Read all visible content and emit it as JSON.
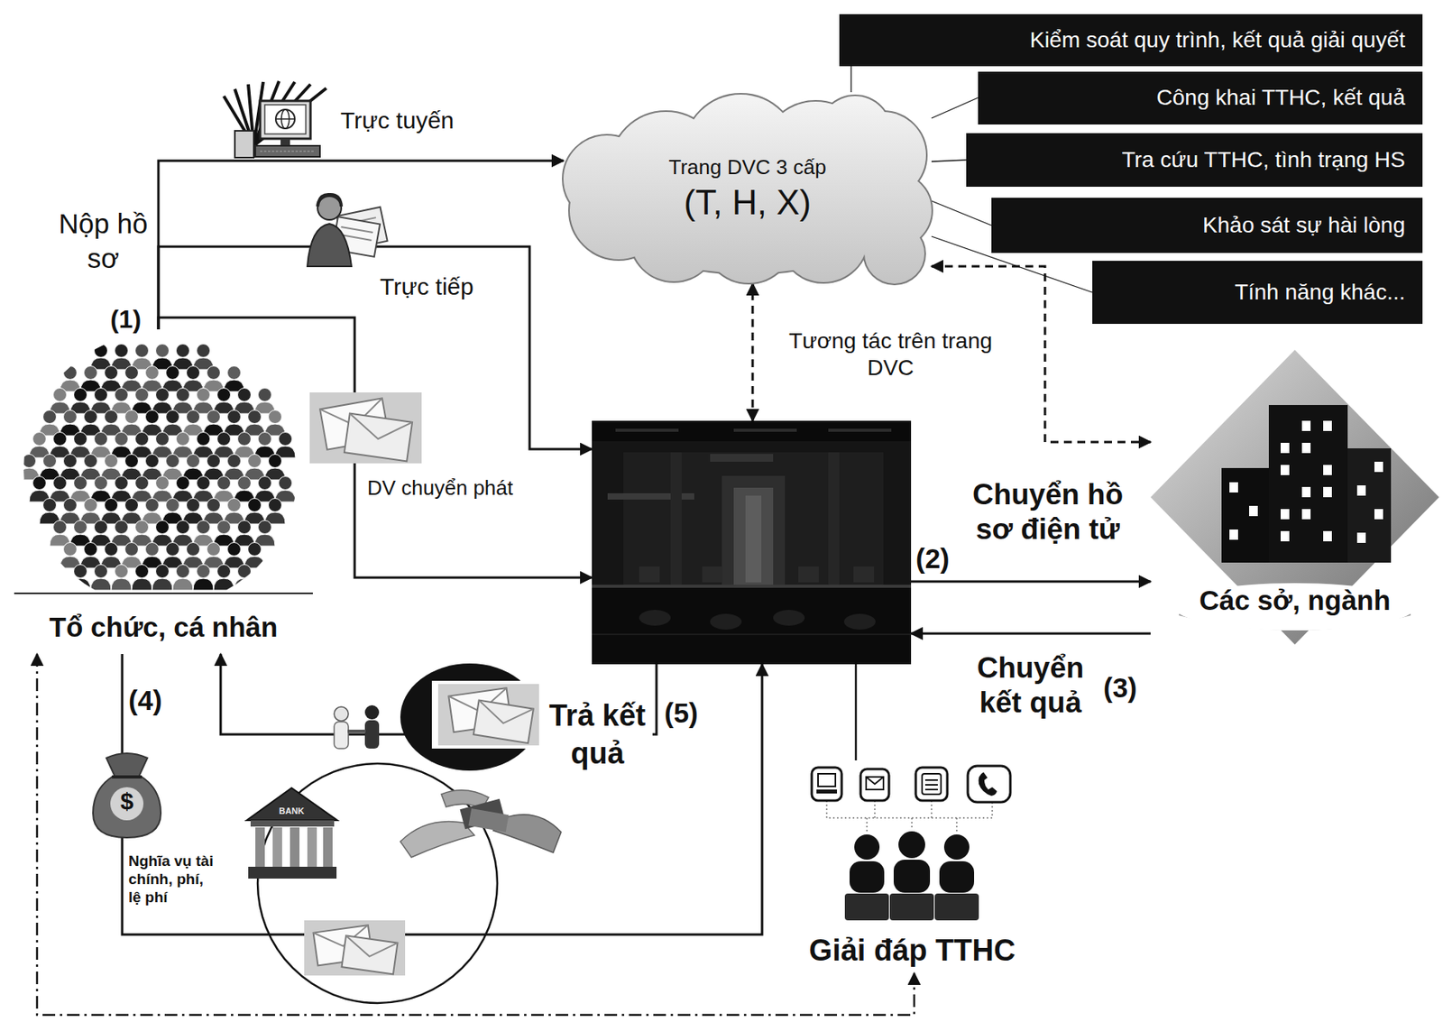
{
  "diagram": {
    "nodes": [
      {
        "text": [
          "Kiểm soát quy trình, kết quả giải quyết"
        ]
      },
      {
        "text": [
          "Công khai TTHC, kết quả"
        ]
      },
      {
        "text": [
          "Tra cứu TTHC, tình trạng HS"
        ]
      },
      {
        "text": [
          "Khảo sát sự hài lòng"
        ]
      },
      {
        "text": [
          "Tính năng khác..."
        ]
      },
      {
        "text": [
          "Trang DVC 3 cấp",
          "(T, H, X)"
        ]
      },
      {
        "text": [
          "Tổ chức, cá nhân"
        ]
      },
      {
        "text": []
      },
      {
        "text": [
          "Các sở, ngành"
        ]
      },
      {
        "text": [
          "Giải đáp TTHC"
        ]
      }
    ],
    "edges": [
      {
        "from": 6,
        "to": 5,
        "arrow": "to",
        "label": "Trực tuyến"
      },
      {
        "from": 6,
        "to": 7,
        "arrow": "to",
        "label": "Trực tiếp"
      },
      {
        "from": 6,
        "to": 7,
        "arrow": "to",
        "label": "DV chuyển phát"
      },
      {
        "from": 7,
        "to": 5,
        "arrow": "both",
        "label": "Tương tác trên trang DVC"
      },
      {
        "from": 5,
        "to": 8,
        "arrow": "both"
      },
      {
        "from": 7,
        "to": 8,
        "arrow": "to",
        "label": "Chuyển hồ sơ điện tử"
      },
      {
        "from": 8,
        "to": 7,
        "arrow": "to",
        "label": "Chuyển kết quả"
      },
      {
        "from": 7,
        "to": 6,
        "arrow": "to",
        "label": "Trả kết quả"
      },
      {
        "from": 6,
        "to": 7,
        "arrow": "to",
        "label": "Nghĩa vụ tài chính, phí, lệ phí"
      },
      {
        "from": 7,
        "to": 9,
        "arrow": "none"
      },
      {
        "from": 6,
        "to": 9,
        "arrow": "both"
      },
      {
        "from": 5,
        "to": 0,
        "arrow": "none"
      },
      {
        "from": 5,
        "to": 1,
        "arrow": "none"
      },
      {
        "from": 5,
        "to": 2,
        "arrow": "none"
      },
      {
        "from": 5,
        "to": 3,
        "arrow": "none"
      },
      {
        "from": 5,
        "to": 4,
        "arrow": "none"
      }
    ],
    "labels": [
      "Nộp hồ sơ",
      "(1)",
      "(2)",
      "(3)",
      "(4)",
      "(5)",
      "$",
      "BANK"
    ]
  }
}
